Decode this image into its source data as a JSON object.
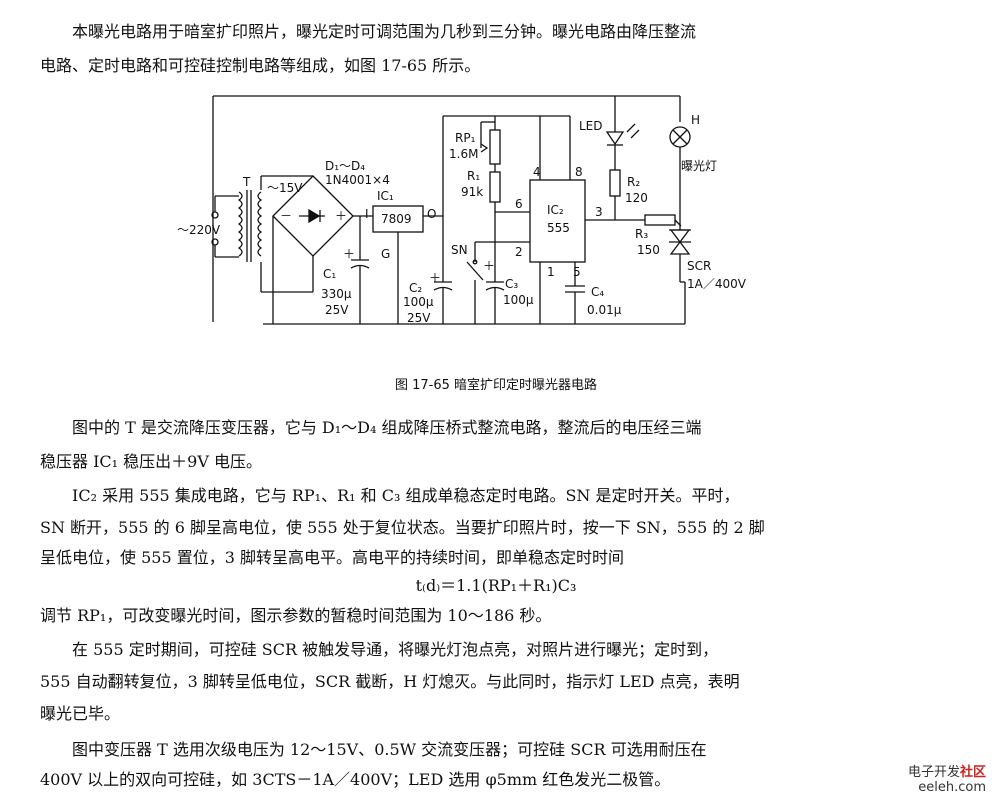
{
  "intro": {
    "line1": "本曝光电路用于暗室扩印照片，曝光定时可调范围为几秒到三分钟。曝光电路由降压整流",
    "line2": "电路、定时电路和可控硅控制电路等组成，如图 17-65 所示。"
  },
  "figure": {
    "caption": "图 17-65    暗室扩印定时曝光器电路",
    "labels": {
      "mains": "～220V",
      "transformer": "T",
      "secondary": "～15V",
      "bridge": "D₁～D₄",
      "bridge_part": "1N4001×4",
      "ic1": "IC₁",
      "ic1_part": "7809",
      "ic1_in": "I",
      "ic1_out": "O",
      "ic1_gnd": "G",
      "c1": "C₁",
      "c1_val1": "330μ",
      "c1_val2": "25V",
      "c2": "C₂",
      "c2_val1": "100μ",
      "c2_val2": "25V",
      "rp1": "RP₁",
      "rp1_val": "1.6M",
      "r1": "R₁",
      "r1_val": "91k",
      "sn": "SN",
      "c3": "C₃",
      "c3_val": "100μ",
      "ic2": "IC₂",
      "ic2_part": "555",
      "pin4": "4",
      "pin8": "8",
      "pin6": "6",
      "pin2": "2",
      "pin1": "1",
      "pin5": "5",
      "pin3": "3",
      "c4": "C₄",
      "c4_val": "0.01μ",
      "led": "LED",
      "r2": "R₂",
      "r2_val": "120",
      "r3": "R₃",
      "r3_val": "150",
      "lamp": "H",
      "lamp_name": "曝光灯",
      "scr": "SCR",
      "scr_val": "1A／400V"
    }
  },
  "body": {
    "p1_l1": "图中的 T 是交流降压变压器，它与 D₁～D₄ 组成降压桥式整流电路，整流后的电压经三端",
    "p1_l2": "稳压器 IC₁ 稳压出＋9V 电压。",
    "p2_l1": "IC₂ 采用 555 集成电路，它与 RP₁、R₁ 和 C₃ 组成单稳态定时电路。SN 是定时开关。平时，",
    "p2_l2": "SN 断开，555 的 6 脚呈高电位，使 555 处于复位状态。当要扩印照片时，按一下 SN，555 的 2 脚",
    "p2_l3": "呈低电位，使 555 置位，3 脚转呈高电平。高电平的持续时间，即单稳态定时时间",
    "formula": "t₍d₎＝1.1(RP₁＋R₁)C₃",
    "p3_l1": "调节 RP₁，可改变曝光时间，图示参数的暂稳时间范围为 10～186 秒。",
    "p4_l1": "在 555 定时期间，可控硅 SCR 被触发导通，将曝光灯泡点亮，对照片进行曝光；定时到，",
    "p4_l2": "555 自动翻转复位，3 脚转呈低电位，SCR 截断，H 灯熄灭。与此同时，指示灯 LED 点亮，表明",
    "p4_l3": "曝光已毕。",
    "p5_l1": "图中变压器 T 选用次级电压为 12～15V、0.5W 交流变压器；可控硅 SCR 可选用耐压在",
    "p5_l2": "400V 以上的双向可控硅，如 3CTS－1A／400V；LED 选用 φ5mm 红色发光二极管。"
  },
  "watermark": {
    "part1": "电子开发",
    "part2": "社区",
    "site": "eeleh.com"
  }
}
